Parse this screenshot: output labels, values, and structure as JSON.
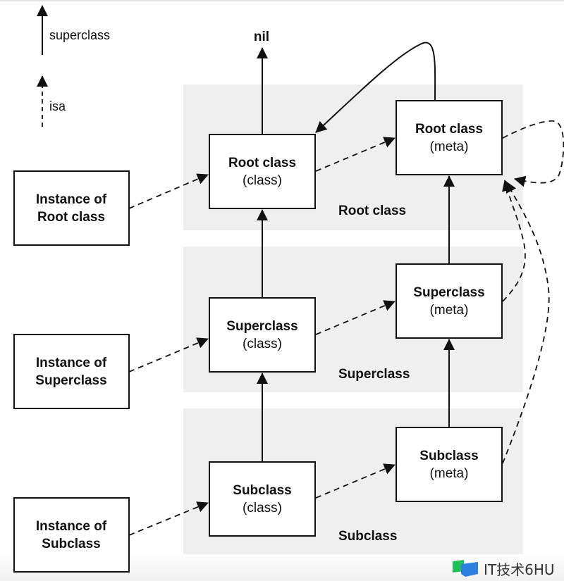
{
  "legend": {
    "superclass_label": "superclass",
    "isa_label": "isa"
  },
  "nil_label": "nil",
  "bands": [
    {
      "id": "root",
      "label": "Root class"
    },
    {
      "id": "super",
      "label": "Superclass"
    },
    {
      "id": "sub",
      "label": "Subclass"
    }
  ],
  "instances": [
    {
      "line1": "Instance of",
      "line2": "Root class"
    },
    {
      "line1": "Instance of",
      "line2": "Superclass"
    },
    {
      "line1": "Instance of",
      "line2": "Subclass"
    }
  ],
  "classes": [
    {
      "title": "Root class",
      "subtitle": "(class)"
    },
    {
      "title": "Superclass",
      "subtitle": "(class)"
    },
    {
      "title": "Subclass",
      "subtitle": "(class)"
    }
  ],
  "metaclasses": [
    {
      "title": "Root class",
      "subtitle": "(meta)"
    },
    {
      "title": "Superclass",
      "subtitle": "(meta)"
    },
    {
      "title": "Subclass",
      "subtitle": "(meta)"
    }
  ],
  "watermark": {
    "icon": "book-logo-icon",
    "text": "IT技术6HU",
    "colors": {
      "green": "#1fbf5a",
      "blue": "#2f7fe0"
    }
  }
}
